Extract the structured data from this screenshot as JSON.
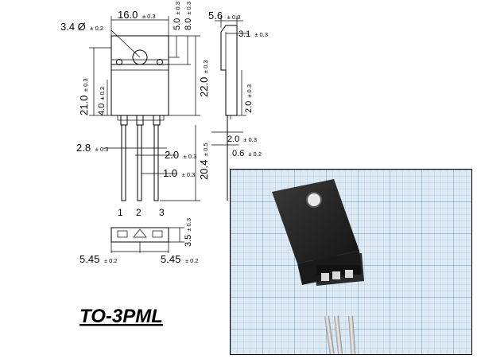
{
  "package": {
    "name": "TO-3PML"
  },
  "dimensions": {
    "hole_dia": "3.4 Ø",
    "hole_dia_tol": "± 0.2",
    "width": "16.0",
    "width_tol": "± 0.3",
    "top_to_hole": "5.0",
    "top_to_hole_tol": "± 0.3",
    "top_to_tab": "8.0",
    "top_to_tab_tol": "± 0.3",
    "body_height": "22.0",
    "body_height_tol": "± 0.3",
    "side_height": "21.0",
    "side_height_tol": "± 0.3",
    "lower_height": "4.0",
    "lower_height_tol": "± 0.2",
    "thickness": "5.6",
    "thickness_tol": "± 0.3",
    "tab_thick": "3.1",
    "tab_thick_tol": "± 0.3",
    "side_step": "2.0",
    "side_step_tol": "± 0.3",
    "lead_offset": "2.0",
    "lead_offset_tol": "± 0.3",
    "lead_thick": "0.6",
    "lead_thick_tol": "± 0.2",
    "pin_width": "2.8",
    "pin_width_tol": "± 0.3",
    "pin_neck": "2.0",
    "pin_neck_tol": "± 0.3",
    "pin_lead": "1.0",
    "pin_lead_tol": "± 0.3",
    "lead_length": "20.4",
    "lead_length_tol": "± 0.5",
    "bottom_height": "3.5",
    "bottom_height_tol": "± 0.3",
    "pitch_left": "5.45",
    "pitch_left_tol": "± 0.2",
    "pitch_right": "5.45",
    "pitch_right_tol": "± 0.2"
  },
  "pins": [
    "1",
    "2",
    "3"
  ]
}
